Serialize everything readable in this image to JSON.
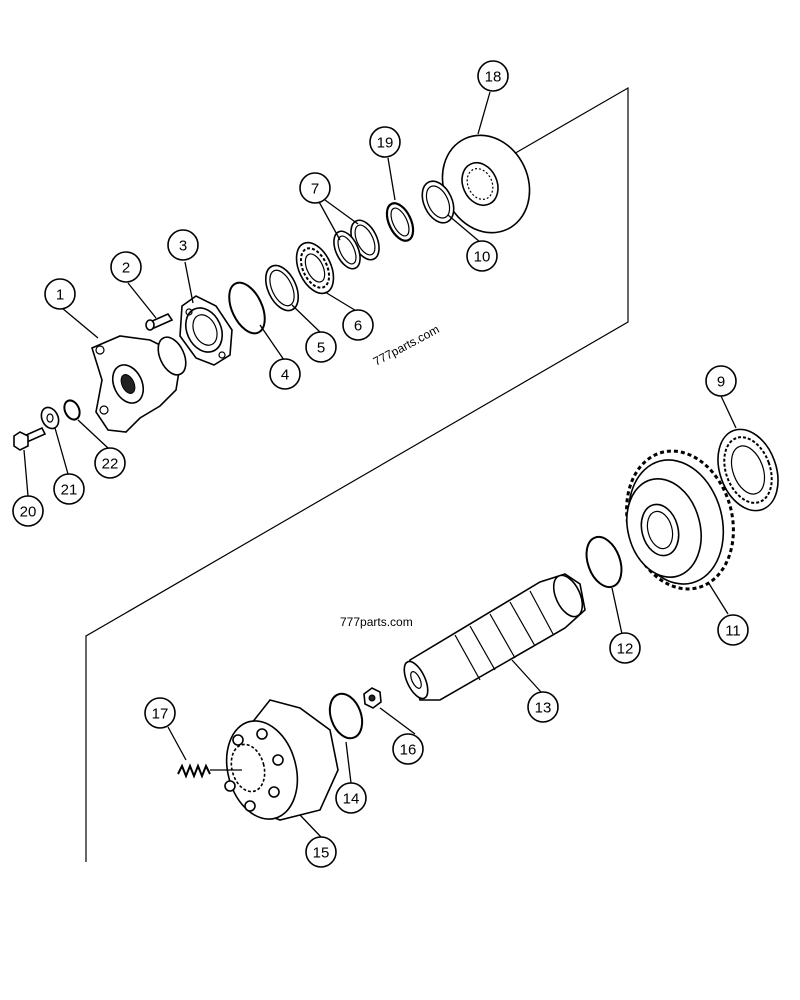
{
  "diagram": {
    "title": "Exploded parts diagram",
    "callouts": [
      {
        "id": "c1",
        "label": "1"
      },
      {
        "id": "c2",
        "label": "2"
      },
      {
        "id": "c3",
        "label": "3"
      },
      {
        "id": "c4",
        "label": "4"
      },
      {
        "id": "c5",
        "label": "5"
      },
      {
        "id": "c6",
        "label": "6"
      },
      {
        "id": "c7",
        "label": "7"
      },
      {
        "id": "c9",
        "label": "9"
      },
      {
        "id": "c10",
        "label": "10"
      },
      {
        "id": "c11",
        "label": "11"
      },
      {
        "id": "c12",
        "label": "12"
      },
      {
        "id": "c13",
        "label": "13"
      },
      {
        "id": "c14",
        "label": "14"
      },
      {
        "id": "c15",
        "label": "15"
      },
      {
        "id": "c16",
        "label": "16"
      },
      {
        "id": "c17",
        "label": "17"
      },
      {
        "id": "c18",
        "label": "18"
      },
      {
        "id": "c19",
        "label": "19"
      },
      {
        "id": "c20",
        "label": "20"
      },
      {
        "id": "c21",
        "label": "21"
      },
      {
        "id": "c22",
        "label": "22"
      }
    ],
    "watermarks": [
      "777parts.com",
      "777parts.com"
    ]
  }
}
